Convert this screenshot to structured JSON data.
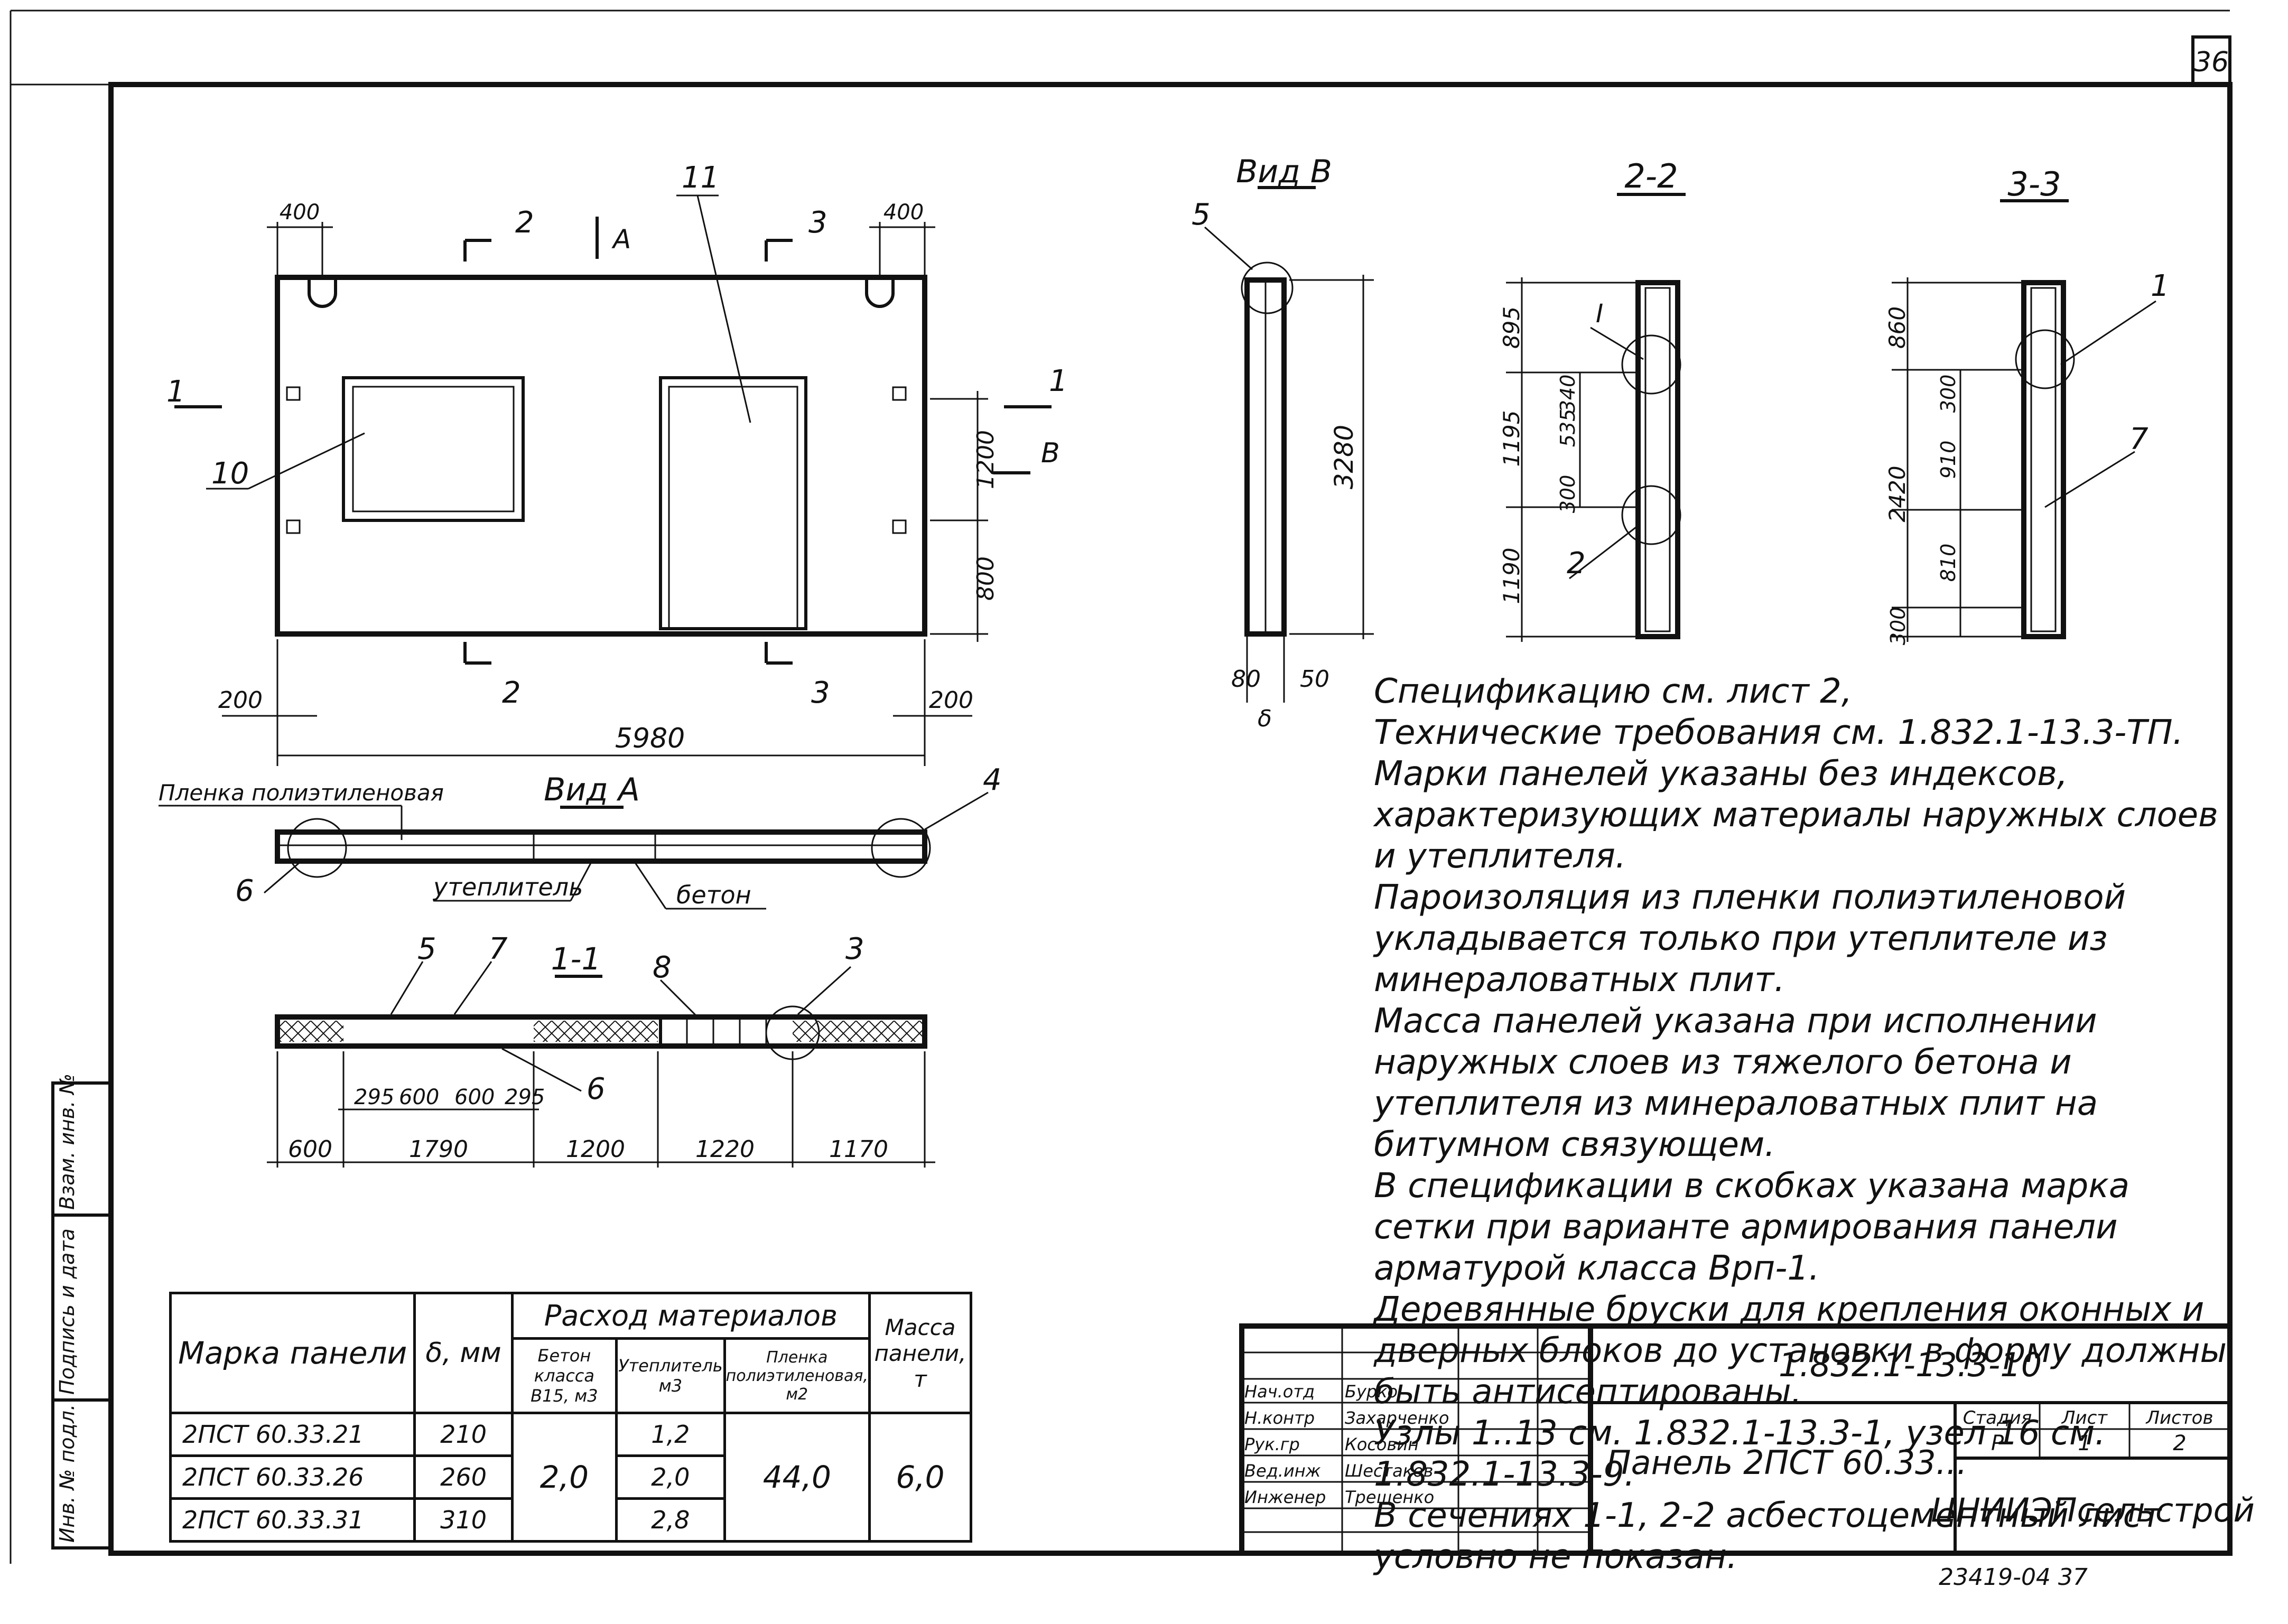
{
  "sheet_number": "36",
  "views": {
    "view_b_title": "Вид В",
    "section_22_title": "2-2",
    "section_33_title": "3-3",
    "view_a_title": "Вид А",
    "section_11_title": "1-1"
  },
  "panel": {
    "dim_total": "5980",
    "dim_left_top": "400",
    "dim_right_top": "400",
    "dim_left_bottom": "200",
    "dim_right_bottom": "200",
    "dim_1200": "1200",
    "dim_800": "800",
    "label_2": "2",
    "label_3": "3",
    "label_a": "А",
    "label_1": "1",
    "label_b": "В",
    "callout_10": "10",
    "callout_11": "11"
  },
  "view_b": {
    "height": "3280",
    "dim_80": "80",
    "dim_50": "50",
    "dim_delta": "δ",
    "callout_5": "5"
  },
  "section_22": {
    "dims": [
      "895",
      "1195",
      "535",
      "340",
      "300",
      "1190"
    ],
    "callout_1": "I",
    "callout_2": "2"
  },
  "section_33": {
    "dims": [
      "860",
      "300",
      "2420",
      "910",
      "810",
      "300"
    ],
    "callout_1": "1",
    "callout_7": "7"
  },
  "view_a": {
    "film_label": "Пленка полиэтиленовая",
    "insulation_label": "утеплитель",
    "concrete_label": "бетон",
    "callout_4": "4",
    "callout_6": "6"
  },
  "section_11": {
    "callouts": [
      "5",
      "7",
      "8",
      "3",
      "6"
    ],
    "dims_top": [
      "295",
      "600",
      "600",
      "295"
    ],
    "dims_bottom": [
      "600",
      "1790",
      "1200",
      "1220",
      "1170"
    ]
  },
  "notes": [
    "Спецификацию см. лист 2,",
    "Технические требования см. 1.832.1-13.3-ТП.",
    "Марки панелей указаны без индексов, характеризующих материалы наружных слоев и утеплителя.",
    "Пароизоляция из пленки полиэтиленовой укладывается только при утеплителе из минераловатных плит.",
    "Масса панелей указана при исполнении наружных слоев из тяжелого бетона и утеплителя из минераловатных плит на битумном связующем.",
    "В спецификации в скобках указана марка сетки при варианте армирования панели арматурой класса Врп-1.",
    "Деревянные бруски для крепления оконных и дверных блоков до установки в форму должны быть антисептированы.",
    "Узлы 1..13 см. 1.832.1-13.3-1, узел 16 см. 1.832.1-13.3-9.",
    "В сечениях 1-1, 2-2 асбестоцементный лист условно не показан."
  ],
  "spec_table": {
    "headers": {
      "mark": "Марка панели",
      "b": "δ, мм",
      "consumption": "Расход материалов",
      "concrete": "Бетон класса В15, м3",
      "insulation": "Утеплитель м3",
      "film": "Пленка полиэтиленовая, м2",
      "mass": "Масса панели, т"
    },
    "rows": [
      {
        "mark": "2ПСТ 60.33.21",
        "b": "210",
        "insulation": "1,2"
      },
      {
        "mark": "2ПСТ 60.33.26",
        "b": "260",
        "insulation": "2,0"
      },
      {
        "mark": "2ПСТ 60.33.31",
        "b": "310",
        "insulation": "2,8"
      }
    ],
    "concrete_value": "2,0",
    "film_value": "44,0",
    "mass_value": "6,0"
  },
  "title_block": {
    "doc_code": "1.832.1-13.3-10",
    "title": "Панель 2ПСТ 60.33...",
    "roles": [
      "Нач.отд",
      "Н.контр",
      "Рук.гр",
      "Вед.инж",
      "Инженер"
    ],
    "names": [
      "Бурко",
      "Захарченко",
      "Косовин",
      "Шестаков",
      "Трещенко"
    ],
    "stage_label": "Стадия",
    "sheet_label": "Лист",
    "sheets_label": "Листов",
    "stage": "Р",
    "sheet": "1",
    "sheets": "2",
    "org": "ЦНИИЭПсельстрой",
    "bottom_code": "23419-04 37"
  },
  "side_stamp": {
    "items": [
      "Инв. № подл.",
      "Подпись и дата",
      "Взам. инв. №"
    ]
  }
}
